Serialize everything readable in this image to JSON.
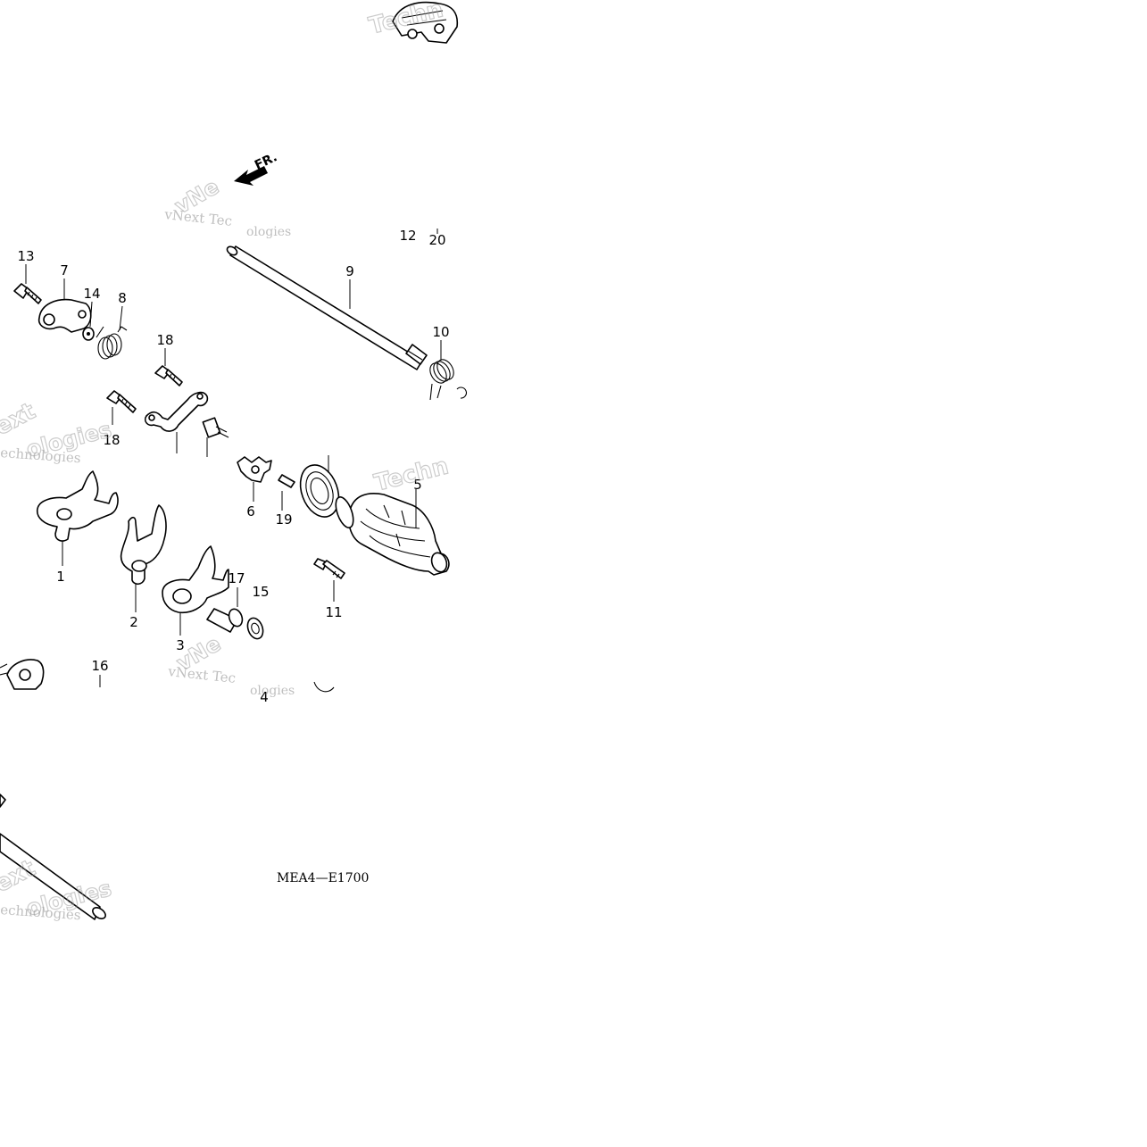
{
  "diagram": {
    "direction_label": "FR.",
    "code": "MEA4—E1700",
    "callouts": {
      "c1": "1",
      "c2": "2",
      "c3": "3",
      "c4": "4",
      "c5": "5",
      "c6": "6",
      "c7": "7",
      "c8": "8",
      "c9": "9",
      "c10": "10",
      "c11": "11",
      "c12": "12",
      "c13": "13",
      "c14": "14",
      "c15": "15",
      "c16": "16",
      "c17": "17",
      "c18a": "18",
      "c18b": "18",
      "c19": "19",
      "c20": "20"
    },
    "watermarks": {
      "vnext_a": "vNext Tec",
      "vnext_b": "vNext Tec",
      "ologies_a": "ologies",
      "ologies_b": "ologies",
      "technologies_a": "echnologies",
      "technologies_b": "echnologies",
      "techn_a": "Techn",
      "techn_b": "Techn",
      "ext_a": "ext",
      "ext_b": "ext",
      "vne_a": "vNe",
      "vne_b": "vNe",
      "ologies_big_a": "ologies",
      "ologies_big_b": "ologies"
    }
  }
}
